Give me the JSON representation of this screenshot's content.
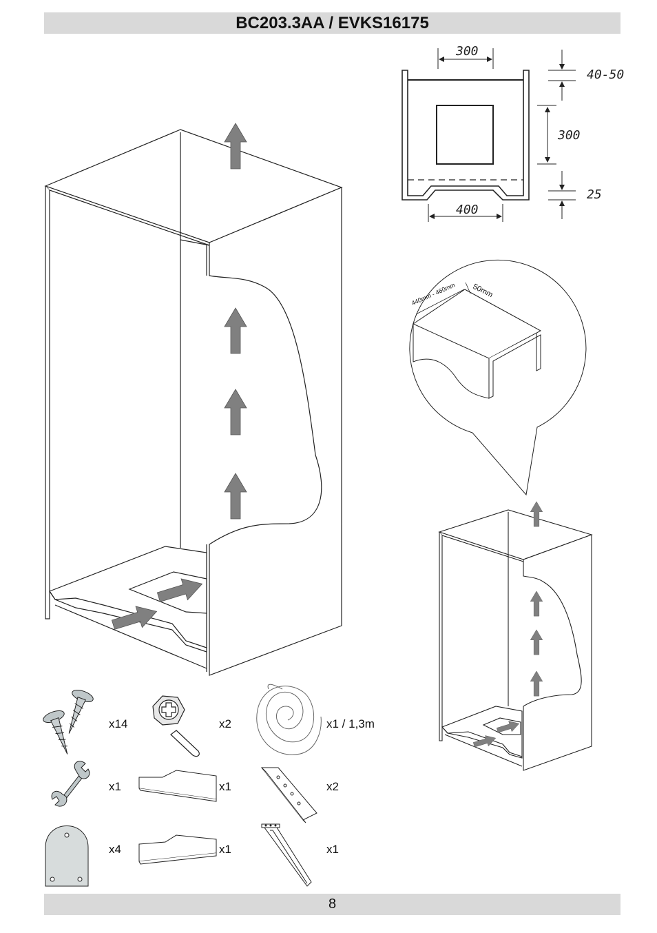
{
  "header": {
    "title": "BC203.3AA / EVKS16175"
  },
  "footer": {
    "page_number": "8"
  },
  "dimension_diagram": {
    "top_width": "300",
    "top_gap": "40-50",
    "cutout_height": "300",
    "bottom_gap": "25",
    "bottom_width": "400"
  },
  "detail_callout": {
    "depth_label": "440mm - 460mm",
    "offset_label": "50mm"
  },
  "parts": [
    {
      "name": "screws",
      "qty": "x14"
    },
    {
      "name": "hex-bolt-key",
      "qty": "x2"
    },
    {
      "name": "cable-coil",
      "qty": "x1 / 1,3m"
    },
    {
      "name": "wrench",
      "qty": "x1"
    },
    {
      "name": "plinth-panel-a",
      "qty": "x1"
    },
    {
      "name": "mounting-rail",
      "qty": "x2"
    },
    {
      "name": "spacer-plate",
      "qty": "x4"
    },
    {
      "name": "plinth-panel-b",
      "qty": "x1"
    },
    {
      "name": "fixing-bracket",
      "qty": "x1"
    }
  ],
  "colors": {
    "bar": "#d9d9d9",
    "arrow": "#808080",
    "line": "#222222"
  }
}
